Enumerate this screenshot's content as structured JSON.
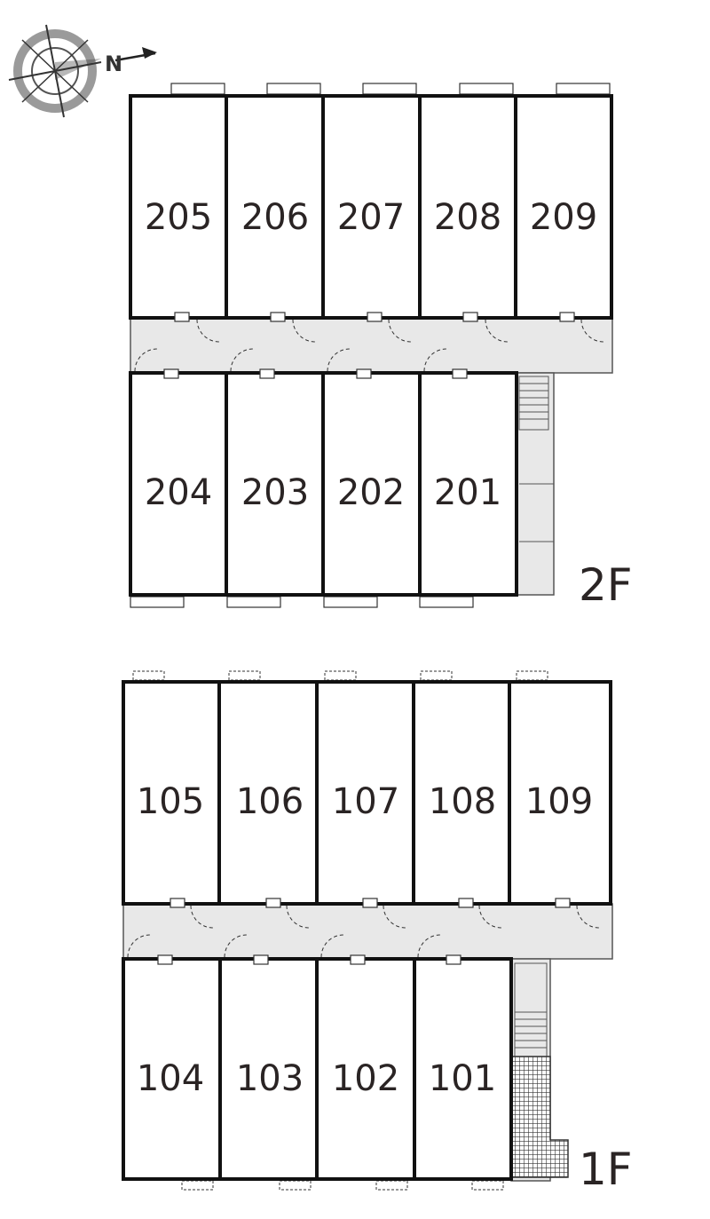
{
  "compass": {
    "north_label": "N"
  },
  "floor2": {
    "label": "2F",
    "rooms_top": [
      "205",
      "206",
      "207",
      "208",
      "209"
    ],
    "rooms_bottom": [
      "204",
      "203",
      "202",
      "201"
    ]
  },
  "floor1": {
    "label": "1F",
    "rooms_top": [
      "105",
      "106",
      "107",
      "108",
      "109"
    ],
    "rooms_bottom": [
      "104",
      "103",
      "102",
      "101"
    ]
  },
  "colors": {
    "wall": "#111111",
    "corridor": "#e8e8e8",
    "text": "#2a2424",
    "compass_ring": "#9a9a9a"
  }
}
